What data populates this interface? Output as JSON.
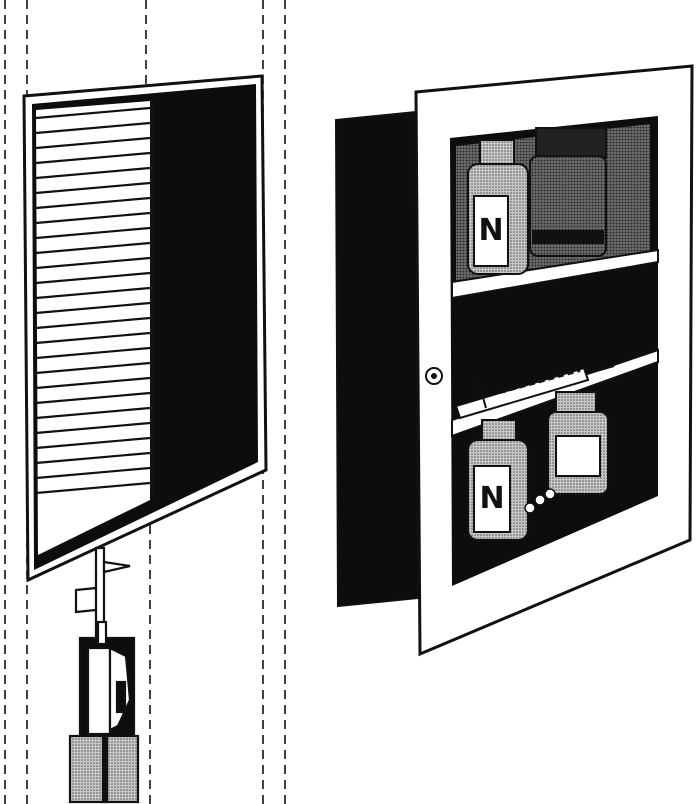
{
  "illustration": {
    "left_item": "louvered-vent-panel",
    "middle_item": "wall-mounted-switch-box",
    "right_item": "medicine-cabinet-with-glass-door",
    "vial_mark_1": "N",
    "vial_mark_2": "N",
    "colors": {
      "ink": "#111111",
      "cavity": "#0d0d0d",
      "paper": "#ffffff",
      "halftone": "#9a9a9a"
    }
  }
}
